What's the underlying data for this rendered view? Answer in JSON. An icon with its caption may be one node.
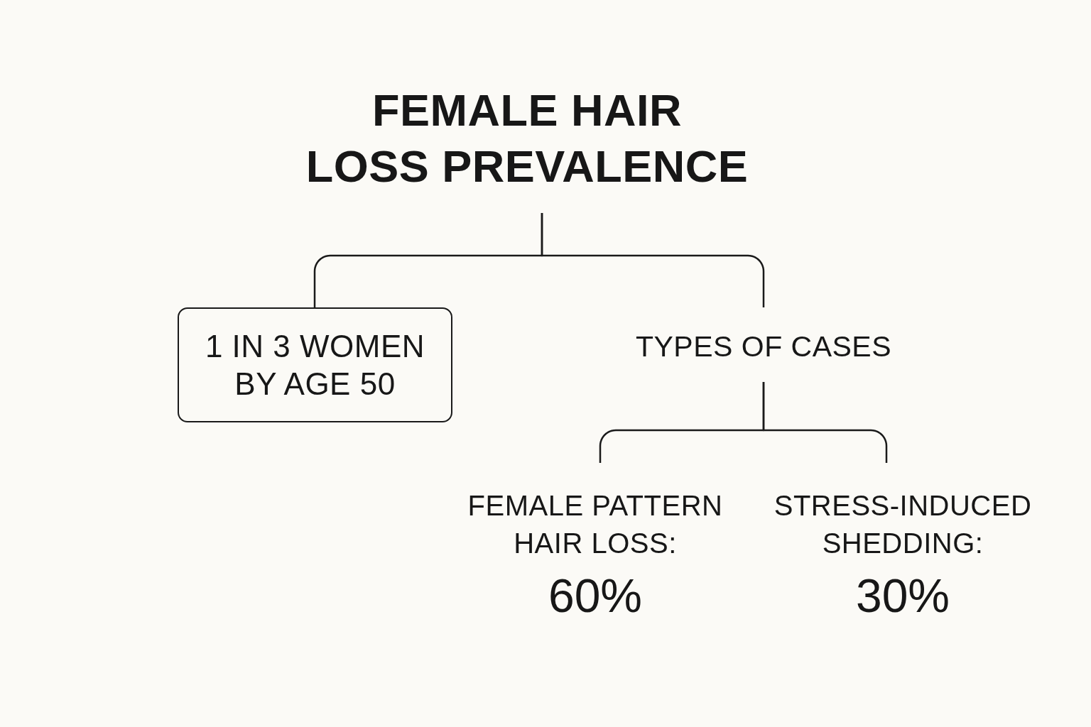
{
  "diagram": {
    "nodes": [
      {
        "text": [
          "FEMALE HAIR LOSS PREVALENCE"
        ]
      },
      {
        "text": [
          "1 IN 3 WOMEN BY AGE 50"
        ]
      },
      {
        "text": [
          "TYPES OF CASES"
        ]
      },
      {
        "text": [
          "FEMALE PATTERN HAIR LOSS:",
          "60%"
        ]
      },
      {
        "text": [
          "STRESS-INDUCED SHEDDING:",
          "30%"
        ]
      }
    ],
    "edges": [
      {
        "from": 0,
        "to": 1,
        "arrow": "none"
      },
      {
        "from": 0,
        "to": 2,
        "arrow": "none"
      },
      {
        "from": 2,
        "to": 3,
        "arrow": "none"
      },
      {
        "from": 2,
        "to": 4,
        "arrow": "none"
      }
    ]
  }
}
